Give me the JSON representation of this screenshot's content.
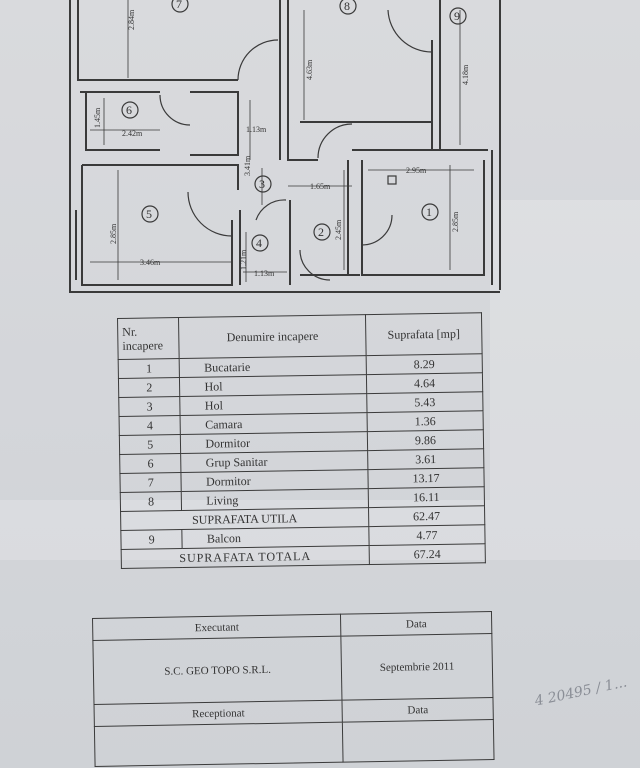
{
  "floor_plan": {
    "dimensions": {
      "d_7_height": "2.84m",
      "d_8_height": "4.63m",
      "d_9_height": "4.18m",
      "d_6_height": "1.45m",
      "d_6_width": "2.42m",
      "d_3_a": "1.13m",
      "d_3_b": "3.41m",
      "d_2_width": "1.65m",
      "d_1_width": "2.95m",
      "d_2_height": "2.45m",
      "d_1_height": "2.85m",
      "d_5_height": "2.85m",
      "d_5_width": "3.46m",
      "d_4_height": "1.21m",
      "d_4_width": "1.13m"
    },
    "room_numbers": {
      "r1": "1",
      "r2": "2",
      "r3": "3",
      "r4": "4",
      "r5": "5",
      "r6": "6",
      "r7": "7",
      "r8": "8",
      "r9": "9"
    }
  },
  "room_table": {
    "headers": {
      "nr": "Nr.\nincapere",
      "name": "Denumire incapere",
      "area": "Suprafata [mp]"
    },
    "rows": [
      {
        "nr": "1",
        "name": "Bucatarie",
        "area": "8.29"
      },
      {
        "nr": "2",
        "name": "Hol",
        "area": "4.64"
      },
      {
        "nr": "3",
        "name": "Hol",
        "area": "5.43"
      },
      {
        "nr": "4",
        "name": "Camara",
        "area": "1.36"
      },
      {
        "nr": "5",
        "name": "Dormitor",
        "area": "9.86"
      },
      {
        "nr": "6",
        "name": "Grup Sanitar",
        "area": "3.61"
      },
      {
        "nr": "7",
        "name": "Dormitor",
        "area": "13.17"
      },
      {
        "nr": "8",
        "name": "Living",
        "area": "16.11"
      }
    ],
    "useful_label": "SUPRAFATA UTILA",
    "useful_value": "62.47",
    "balcony": {
      "nr": "9",
      "name": "Balcon",
      "area": "4.77"
    },
    "total_label": "SUPRAFATA TOTALA",
    "total_value": "67.24"
  },
  "signature_block": {
    "executant_label": "Executant",
    "executant_name": "S.C. GEO TOPO S.R.L.",
    "data_label": "Data",
    "data_value": "Septembrie 2011",
    "receptionat_label": "Receptionat",
    "data_label_2": "Data"
  },
  "handwritten_note": "4 20495 / 1..."
}
